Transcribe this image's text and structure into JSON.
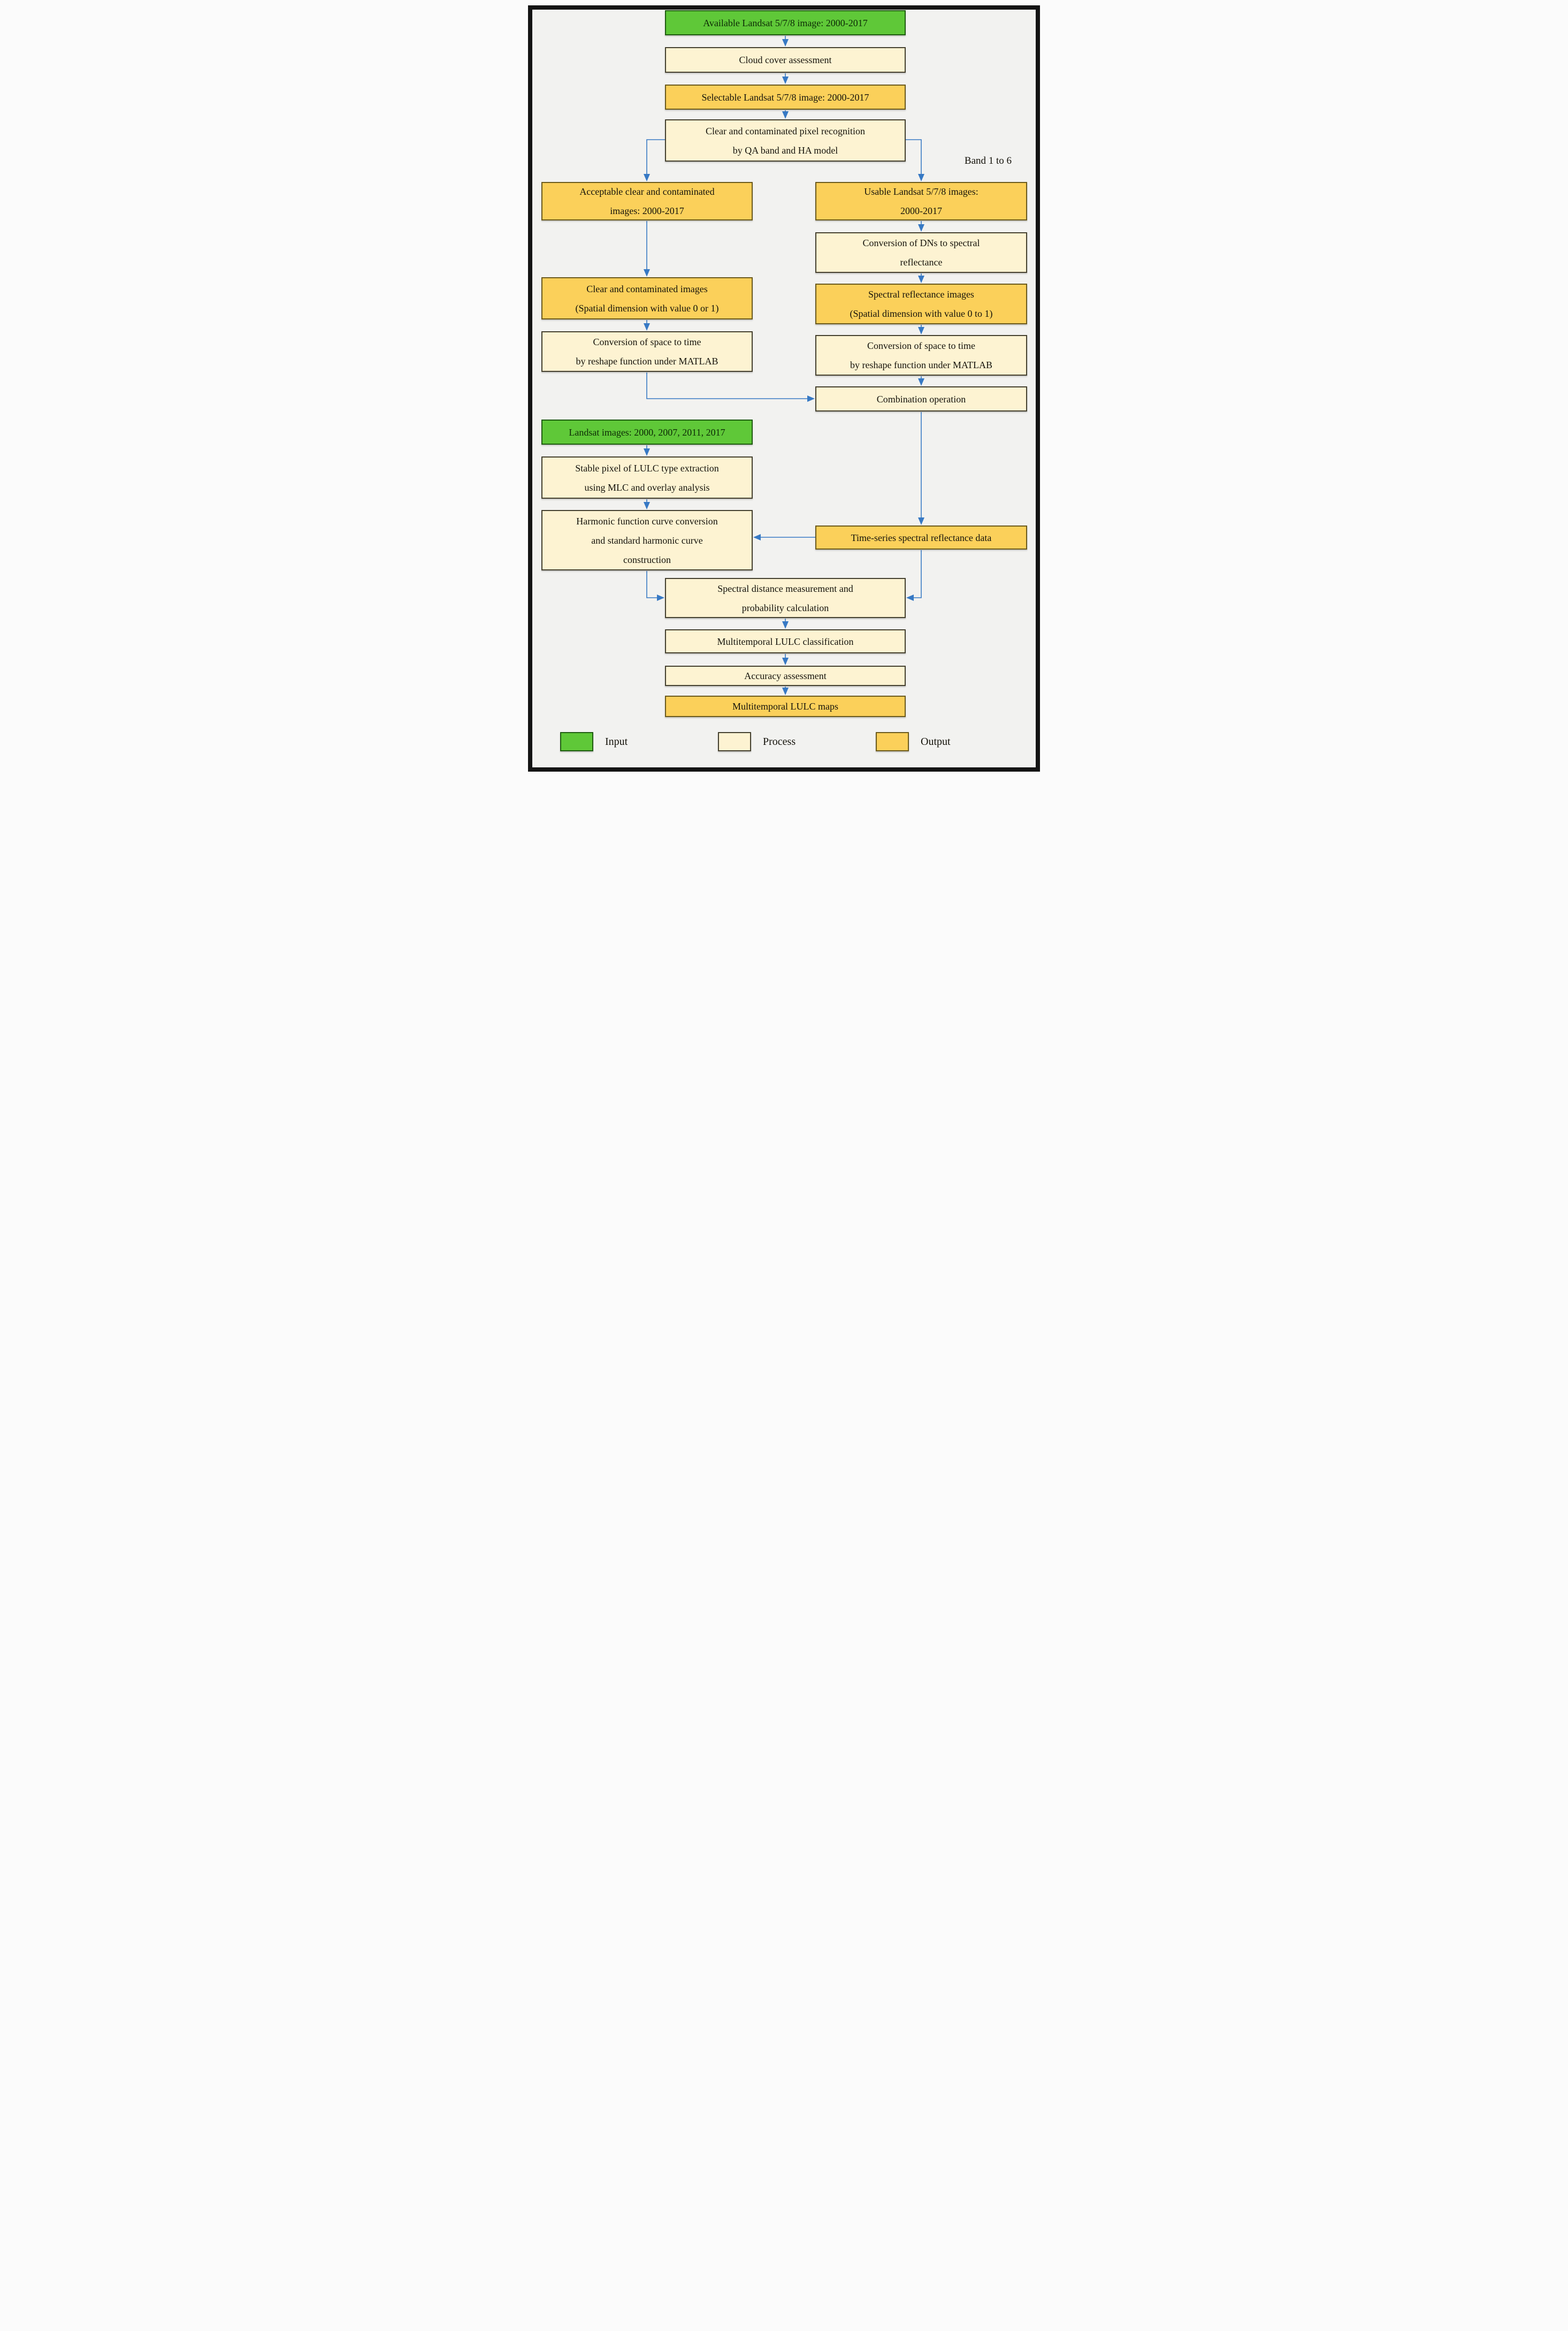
{
  "title": "Landsat LULC classification workflow flowchart",
  "nodes": {
    "available": {
      "type": "input",
      "lines": [
        "Available Landsat 5/7/8 image: 2000-2017"
      ]
    },
    "cloud": {
      "type": "process",
      "lines": [
        "Cloud cover assessment"
      ]
    },
    "selectable": {
      "type": "output",
      "lines": [
        "Selectable Landsat 5/7/8 image: 2000-2017"
      ]
    },
    "recognition": {
      "type": "process",
      "lines": [
        "Clear and contaminated pixel recognition",
        "by QA band and HA model"
      ]
    },
    "acceptable": {
      "type": "output",
      "lines": [
        "Acceptable clear and contaminated",
        "images: 2000-2017"
      ]
    },
    "usable": {
      "type": "output",
      "lines": [
        "Usable Landsat 5/7/8 images:",
        "2000-2017"
      ]
    },
    "conv_dns": {
      "type": "process",
      "lines": [
        "Conversion of DNs to spectral",
        "reflectance"
      ]
    },
    "clear_imgs": {
      "type": "output",
      "lines": [
        "Clear and contaminated images",
        "(Spatial dimension with value 0 or 1)"
      ]
    },
    "spectral_imgs": {
      "type": "output",
      "lines": [
        "Spectral reflectance images",
        "(Spatial dimension with value 0 to 1)"
      ]
    },
    "conv_space_left": {
      "type": "process",
      "lines": [
        "Conversion of space to time",
        "by reshape function under MATLAB"
      ]
    },
    "conv_space_right": {
      "type": "process",
      "lines": [
        "Conversion of space to time",
        "by reshape function under MATLAB"
      ]
    },
    "combination": {
      "type": "process",
      "lines": [
        "Combination operation"
      ]
    },
    "landsat_images": {
      "type": "input",
      "lines": [
        "Landsat images: 2000, 2007, 2011, 2017"
      ]
    },
    "stable_pixel": {
      "type": "process",
      "lines": [
        "Stable pixel of LULC type extraction",
        "using MLC and overlay analysis"
      ]
    },
    "harmonic": {
      "type": "process",
      "lines": [
        "Harmonic function curve conversion",
        "and standard harmonic curve",
        "construction"
      ]
    },
    "time_series": {
      "type": "output",
      "lines": [
        "Time-series spectral reflectance data"
      ]
    },
    "spectral_distance": {
      "type": "process",
      "lines": [
        "Spectral distance measurement and",
        "probability calculation"
      ]
    },
    "classification": {
      "type": "process",
      "lines": [
        "Multitemporal LULC classification"
      ]
    },
    "accuracy": {
      "type": "process",
      "lines": [
        "Accuracy assessment"
      ]
    },
    "maps": {
      "type": "output",
      "lines": [
        "Multitemporal LULC maps"
      ]
    }
  },
  "annotations": {
    "band_label": "Band 1 to 6"
  },
  "legend": {
    "input": "Input",
    "process": "Process",
    "output": "Output"
  },
  "colors": {
    "input_fill": "#5fc838",
    "input_border": "#1e5c10",
    "process_fill": "#fdf3d2",
    "process_border": "#45412f",
    "output_fill": "#fbd05a",
    "output_border": "#6b5a1c",
    "arrow": "#3779c4",
    "background": "#f2f2f0",
    "frame": "#141414",
    "text": "#14120a"
  }
}
